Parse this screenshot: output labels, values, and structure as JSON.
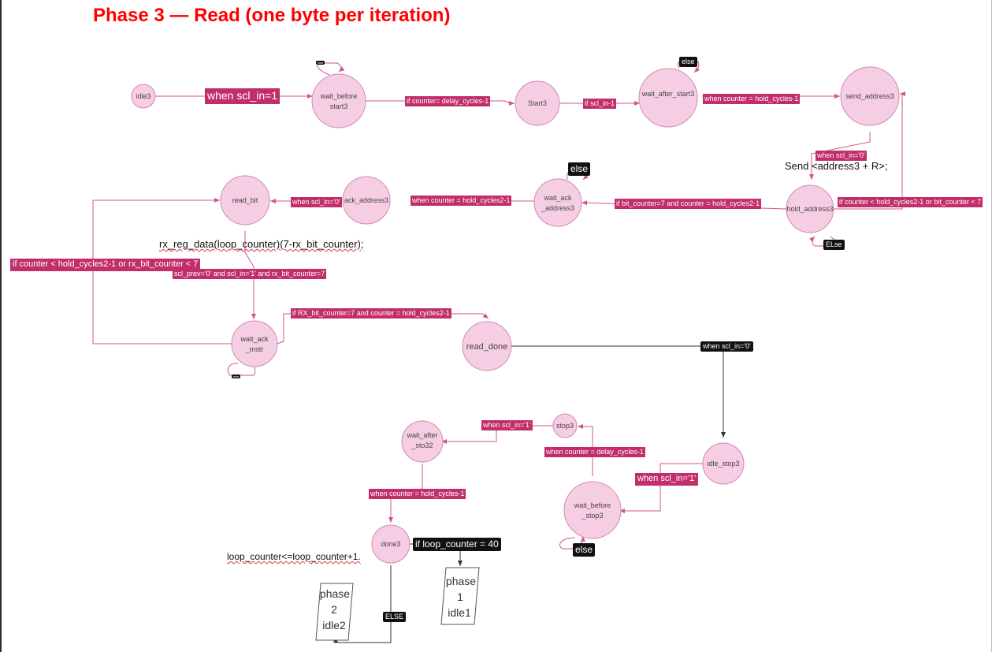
{
  "title": "Phase 3 — Read (one byte per iteration)",
  "states": {
    "idle3": [
      "idle3"
    ],
    "wait_before_start3": [
      "wait_before",
      "start3"
    ],
    "start3": [
      "Start3"
    ],
    "wait_after_start3": [
      "wait_after_start3"
    ],
    "send_address3": [
      "send_address3"
    ],
    "hold_address3": [
      "hold_address3"
    ],
    "wait_ack_address3": [
      "wait_ack",
      "_address3"
    ],
    "ack_address3": [
      "ack_address3"
    ],
    "read_bit": [
      "read_bit"
    ],
    "wait_ack_mstr": [
      "wait_ack",
      "_mstr"
    ],
    "read_done": [
      "read_done"
    ],
    "idle_stop3": [
      "idle_stop3"
    ],
    "wait_before_stop3": [
      "wait_before",
      "_stop3"
    ],
    "stop3": [
      "stop3"
    ],
    "wait_after_sto32": [
      "wait_after",
      "_sto32"
    ],
    "done3": [
      "done3"
    ]
  },
  "transitions": {
    "idle3_to_wait_before": "when scl_in=1",
    "wait_before_self": "else",
    "wait_before_to_start3": "if counter= delay_cycles-1",
    "start3_to_wait_after": "if scl_in-1",
    "wait_after_self": "else",
    "wait_after_to_send": "when counter = hold_cycles-1",
    "send_to_hold": "when scl_in='0'",
    "hold_to_send": "if counter < hold_cycles2-1 or bit_counter < 7",
    "hold_self": "ELse",
    "hold_to_wait_ack": "if bit_counter=7 and counter = hold_cycles2-1",
    "wait_ack_self": "else",
    "wait_ack_to_ack": "when counter = hold_cycles2-1",
    "ack_to_read_bit": "when scl_in='0'",
    "wait_ack_mstr_to_read_bit": "if counter < hold_cycles2-1 or rx_bit_counter < 7",
    "read_bit_to_wait_ack_mstr": "scl_prev='0' and scl_in='1' and rx_bit_counter=7",
    "wait_ack_mstr_self": "else",
    "wait_ack_mstr_to_read_done": "if RX_bit_counter=7 and counter = hold_cycles2-1",
    "read_done_to_idle_stop": "when scl_in='0'",
    "idle_stop_to_wait_before_stop": "when scl_in='1'",
    "wait_before_stop_self": "else",
    "wait_before_stop_to_stop3": "when counter = delay_cycles-1",
    "stop3_to_wait_after_sto": "when scl_in='1'",
    "wait_after_sto_to_done3": "when counter = hold_cycles-1",
    "done3_to_phase1": "if loop_counter = 40",
    "done3_to_phase2": "ELSE"
  },
  "notes": {
    "send_address": "Send <address3 + R>;",
    "rx_reg": "rx_reg_data(loop_counter)(7-rx_bit_counter);",
    "loop_counter": "loop_counter<=loop_counter+1."
  },
  "phase_boxes": {
    "phase2": [
      "phase",
      "2",
      "idle2"
    ],
    "phase1": [
      "phase",
      "1",
      "idle1"
    ]
  },
  "colors": {
    "title": "#ff0000",
    "state_fill": "#f6cee4",
    "state_stroke": "#d08ab2",
    "transition_line": "#d0558f",
    "pink_label": "#c22e6a",
    "black_label": "#111111"
  }
}
